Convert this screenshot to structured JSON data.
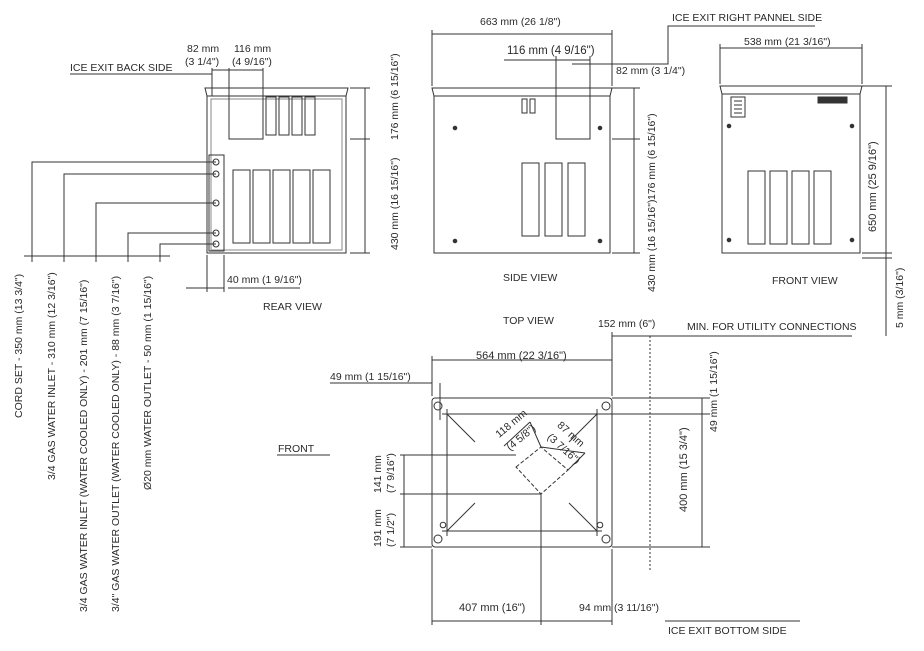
{
  "views": {
    "rear": "REAR VIEW",
    "side": "SIDE VIEW",
    "front": "FRONT VIEW",
    "top": "TOP VIEW"
  },
  "labels": {
    "ice_exit_back": "ICE EXIT BACK SIDE",
    "ice_exit_right": "ICE EXIT RIGHT PANNEL SIDE",
    "ice_exit_bottom": "ICE EXIT  BOTTOM SIDE",
    "min_utility": "MIN. FOR UTILITY CONNECTIONS",
    "front_arrow": "FRONT"
  },
  "rear_dims": {
    "d82_mm": "82 mm",
    "d82_in": "(3 1/4\")",
    "d116_mm": "116 mm",
    "d116_in": "(4 9/16\")",
    "d430": "430 mm (16 15/16\")",
    "d176": "176 mm (6 15/16\")",
    "d40": "40 mm (1 9/16\")"
  },
  "connections": [
    "CORD SET - 350 mm (13 3/4\")",
    "3/4 GAS WATER INLET - 310 mm (12 3/16\")",
    "3/4 GAS WATER INLET (WATER COOLED ONLY) - 201 mm (7 15/16\")",
    "3/4\" GAS WATER OUTLET (WATER COOLED ONLY) - 88 mm (3 7/16\")",
    "Ø20 mm WATER OUTLET - 50 mm (1 15/16\")"
  ],
  "side_dims": {
    "d663": "663 mm (26 1/8\")",
    "d116": "116 mm (4 9/16\")",
    "d82": "82 mm (3 1/4\")",
    "d176": "176 mm (6 15/16\")",
    "d430": "430 mm (16 15/16\")"
  },
  "front_dims": {
    "d538": "538 mm (21 3/16\")",
    "d650": "650 mm (25 9/16\")",
    "d5": "5 mm (3/16\")"
  },
  "top_dims": {
    "d152": "152 mm (6\")",
    "d564": "564 mm (22 3/16\")",
    "d49a": "49 mm (1 15/16\")",
    "d49b": "49 mm (1 15/16\")",
    "d118_mm": "118 mm",
    "d118_in": "(4 5/8\")",
    "d87_mm": "87 mm",
    "d87_in": "(3 7/16\")",
    "d400": "400 mm (15 3/4\")",
    "d141_mm": "141 mm",
    "d141_in": "(7 9/16\")",
    "d191_mm": "191 mm",
    "d191_in": "(7 1/2\")",
    "d407": "407 mm (16\")",
    "d94": "94 mm (3 11/16\")"
  }
}
